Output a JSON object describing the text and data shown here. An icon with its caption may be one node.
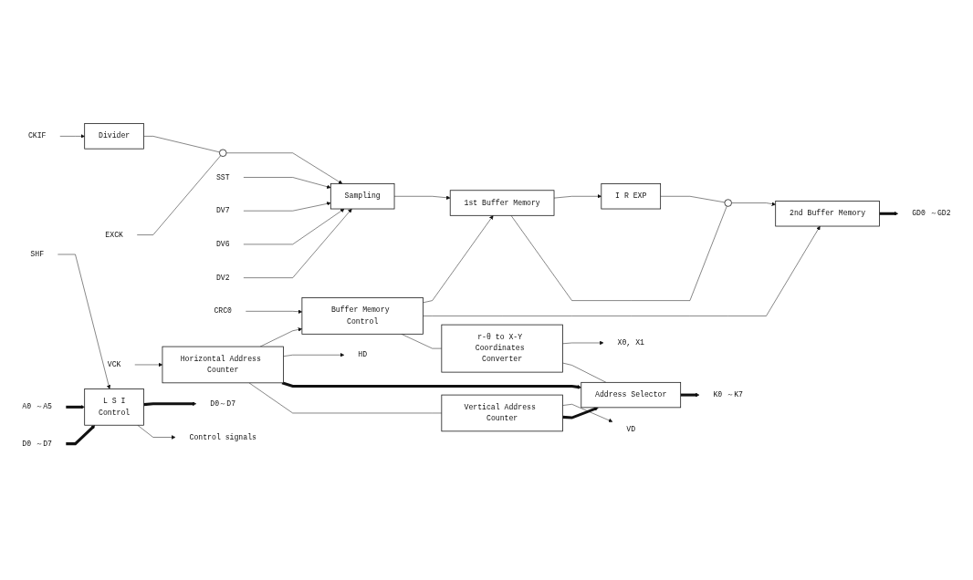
{
  "diagram": {
    "nodes": [
      {
        "text": [
          "CKIF"
        ]
      },
      {
        "text": [
          "Divider"
        ]
      },
      {
        "text": [
          "EXCK"
        ]
      },
      {
        "text": [],
        "shape": "switch"
      },
      {
        "text": [
          "SST"
        ]
      },
      {
        "text": [
          "DV7"
        ]
      },
      {
        "text": [
          "DV6"
        ]
      },
      {
        "text": [
          "DV2"
        ]
      },
      {
        "text": [
          "Sampling"
        ]
      },
      {
        "text": [
          "1st Buffer Memory"
        ]
      },
      {
        "text": [
          "I R EXP"
        ]
      },
      {
        "text": [],
        "shape": "switch"
      },
      {
        "text": [
          "2nd Buffer Memory"
        ]
      },
      {
        "text": [
          "GD0 ～GD2"
        ]
      },
      {
        "text": [
          "CRC0"
        ]
      },
      {
        "text": [
          "Buffer Memory Control"
        ]
      },
      {
        "text": [
          "r-θ to X-Y Coordinates Converter"
        ]
      },
      {
        "text": [
          "X0, X1"
        ]
      },
      {
        "text": [
          "Address Selector"
        ]
      },
      {
        "text": [
          "K0 ～K7"
        ]
      },
      {
        "text": [
          "VCK"
        ]
      },
      {
        "text": [
          "Horizontal Address Counter"
        ]
      },
      {
        "text": [
          "HD"
        ]
      },
      {
        "text": [
          "Vertical Address Counter"
        ]
      },
      {
        "text": [
          "VD"
        ]
      },
      {
        "text": [
          "SHF"
        ]
      },
      {
        "text": [
          "A0 ～A5"
        ]
      },
      {
        "text": [
          "L S I",
          "Control"
        ]
      },
      {
        "text": [
          "D0 ～D7"
        ]
      },
      {
        "text": [
          "D0～D7"
        ]
      },
      {
        "text": [
          "Control signals"
        ]
      }
    ],
    "edges": [
      {
        "from": 0,
        "to": 1,
        "arrow": "to"
      },
      {
        "from": 1,
        "to": 3,
        "arrow": "none"
      },
      {
        "from": 2,
        "to": 3,
        "arrow": "none"
      },
      {
        "from": 3,
        "to": 8,
        "arrow": "to"
      },
      {
        "from": 4,
        "to": 8,
        "arrow": "to"
      },
      {
        "from": 5,
        "to": 8,
        "arrow": "to"
      },
      {
        "from": 6,
        "to": 8,
        "arrow": "to"
      },
      {
        "from": 7,
        "to": 8,
        "arrow": "to"
      },
      {
        "from": 8,
        "to": 9,
        "arrow": "to"
      },
      {
        "from": 9,
        "to": 10,
        "arrow": "to"
      },
      {
        "from": 9,
        "to": 11,
        "arrow": "none"
      },
      {
        "from": 10,
        "to": 11,
        "arrow": "none"
      },
      {
        "from": 11,
        "to": 12,
        "arrow": "to"
      },
      {
        "from": 12,
        "to": 13,
        "arrow": "to",
        "style": "thick"
      },
      {
        "from": 14,
        "to": 15,
        "arrow": "to"
      },
      {
        "from": 15,
        "to": 9,
        "arrow": "to"
      },
      {
        "from": 15,
        "to": 12,
        "arrow": "to"
      },
      {
        "from": 15,
        "to": 16,
        "arrow": "none"
      },
      {
        "from": 16,
        "to": 17,
        "arrow": "to"
      },
      {
        "from": 16,
        "to": 18,
        "arrow": "none"
      },
      {
        "from": 18,
        "to": 19,
        "arrow": "to",
        "style": "thick"
      },
      {
        "from": 20,
        "to": 21,
        "arrow": "to"
      },
      {
        "from": 21,
        "to": 15,
        "arrow": "to"
      },
      {
        "from": 21,
        "to": 22,
        "arrow": "to"
      },
      {
        "from": 21,
        "to": 18,
        "arrow": "to",
        "style": "thick"
      },
      {
        "from": 21,
        "to": 23,
        "arrow": "none"
      },
      {
        "from": 23,
        "to": 24,
        "arrow": "to"
      },
      {
        "from": 23,
        "to": 18,
        "arrow": "to",
        "style": "thick"
      },
      {
        "from": 25,
        "to": 27,
        "arrow": "to"
      },
      {
        "from": 26,
        "to": 27,
        "arrow": "to",
        "style": "thick"
      },
      {
        "from": 28,
        "to": 27,
        "arrow": "to",
        "style": "thick"
      },
      {
        "from": 27,
        "to": 29,
        "arrow": "to",
        "style": "thick"
      },
      {
        "from": 27,
        "to": 30,
        "arrow": "to"
      }
    ]
  }
}
